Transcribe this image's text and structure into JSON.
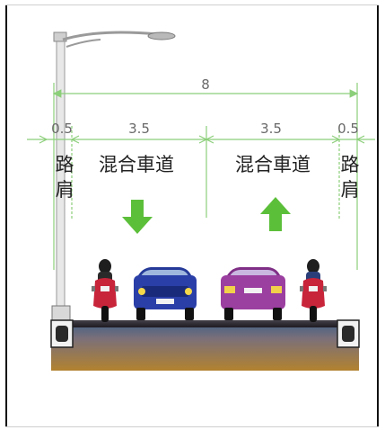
{
  "dimensions": {
    "total": "8",
    "shoulder_left": "0.5",
    "lane_left": "3.5",
    "lane_right": "3.5",
    "shoulder_right": "0.5"
  },
  "labels": {
    "lane_left": "混合車道",
    "lane_right": "混合車道",
    "shoulder_left_top": "路",
    "shoulder_left_bottom": "肩",
    "shoulder_right_top": "路",
    "shoulder_right_bottom": "肩"
  },
  "colors": {
    "dimension_line": "#8ccf7a",
    "arrow_green": "#5cbf3a",
    "car_left": "#2b3fa8",
    "car_right": "#9b3fa0",
    "scooter_left": "#c8243a",
    "scooter_right": "#c8243a",
    "road_surface": "#2f2a33",
    "soil_top": "#3a5f86",
    "soil_bottom": "#b2822f"
  },
  "directions": {
    "lane_left": "down-arrow",
    "lane_right": "up-arrow"
  }
}
